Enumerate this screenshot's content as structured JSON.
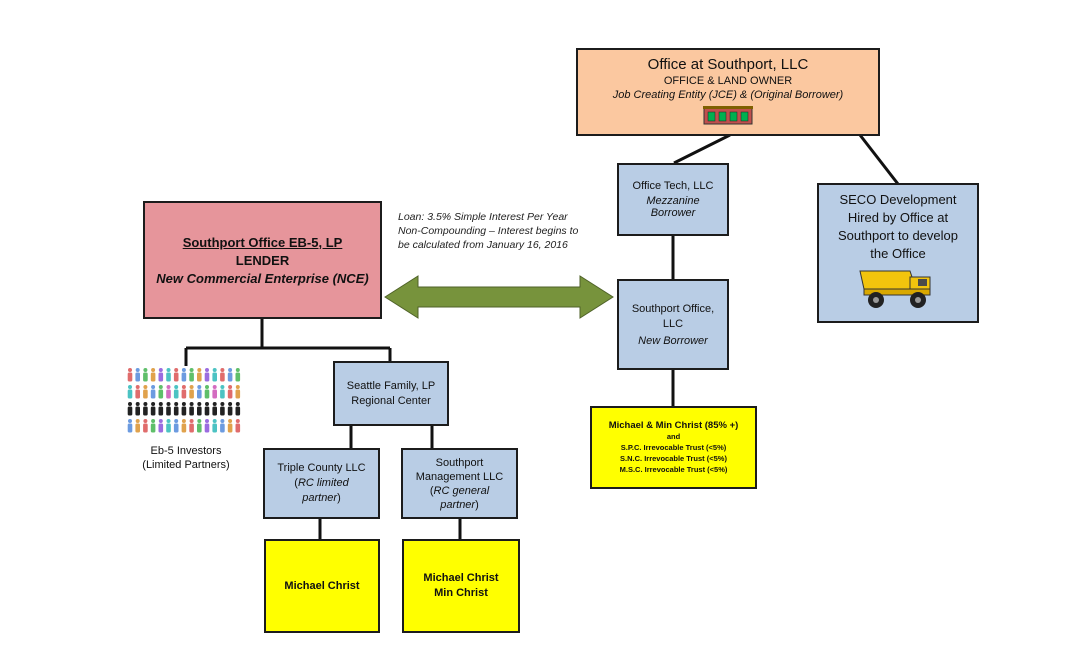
{
  "office_southport": {
    "name": "Office at Southport, LLC",
    "role": "OFFICE & LAND OWNER",
    "note": "Job Creating Entity (JCE) & (Original Borrower)"
  },
  "office_tech": {
    "name": "Office Tech, LLC",
    "role": "Mezzanine Borrower"
  },
  "seco": {
    "text": "SECO Development Hired by Office at Southport to develop the Office"
  },
  "lender": {
    "name": "Southport Office EB-5, LP",
    "role": "LENDER",
    "note": "New Commercial Enterprise (NCE)"
  },
  "loan_note": "Loan: 3.5% Simple Interest Per Year Non-Compounding – Interest begins to be calculated from January 16, 2016",
  "new_borrower": {
    "name": "Southport Office, LLC",
    "role": "New Borrower"
  },
  "owners": {
    "line1": "Michael & Min Christ (85% +)",
    "line2": "and",
    "line3": "S.P.C. Irrevocable Trust (<5%)",
    "line4": "S.N.C. Irrevocable Trust (<5%)",
    "line5": "M.S.C. Irrevocable Trust (<5%)"
  },
  "investors": {
    "line1": "Eb-5 Investors",
    "line2": "(Limited Partners)"
  },
  "regional_center": {
    "name": "Seattle Family, LP Regional Center"
  },
  "triple_county": {
    "name": "Triple County LLC",
    "note_open": "(",
    "note": "RC limited partner",
    "note_close": ")"
  },
  "southport_mgmt": {
    "name": "Southport Management LLC",
    "note_open": "(",
    "note": "RC general partner",
    "note_close": ")"
  },
  "mc_box": {
    "text": "Michael Christ"
  },
  "mc_min_box": {
    "line1": "Michael Christ",
    "line2": "Min Christ"
  },
  "colors": {
    "blue_box": "#b9cde5",
    "yellow_box": "#ffff00",
    "lender_box": "#e6959b",
    "owner_box": "#fbc8a0",
    "arrow": "#77933c"
  },
  "icons": [
    "building-icon",
    "dump-truck-icon",
    "people-icon"
  ]
}
